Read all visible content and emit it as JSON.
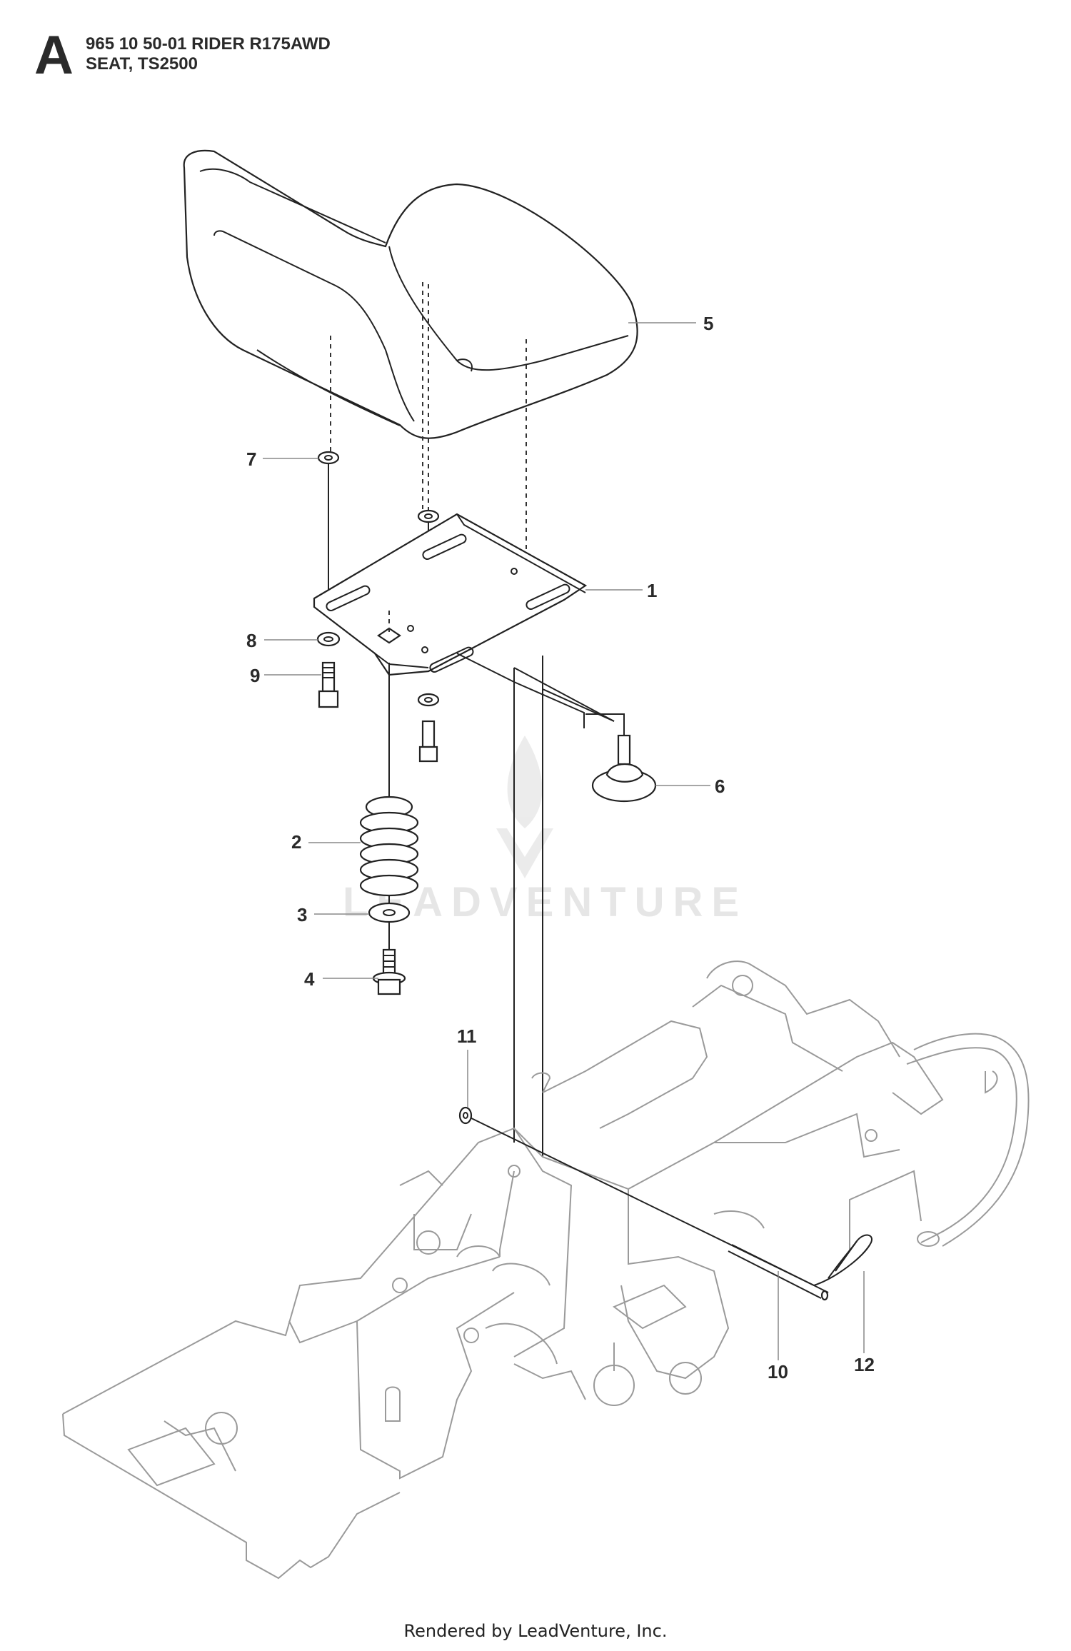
{
  "header": {
    "section_letter": "A",
    "title_line1": "965 10 50-01 RIDER R175AWD",
    "title_line2": "SEAT, TS2500"
  },
  "watermark": "LEADVENTURE",
  "footer": "Rendered by LeadVenture, Inc.",
  "callouts": [
    "1",
    "2",
    "3",
    "4",
    "5",
    "6",
    "7",
    "8",
    "9",
    "10",
    "11",
    "12"
  ],
  "colors": {
    "line": "#222222",
    "frame": "#9a9a9a",
    "text": "#2a2a2a"
  }
}
